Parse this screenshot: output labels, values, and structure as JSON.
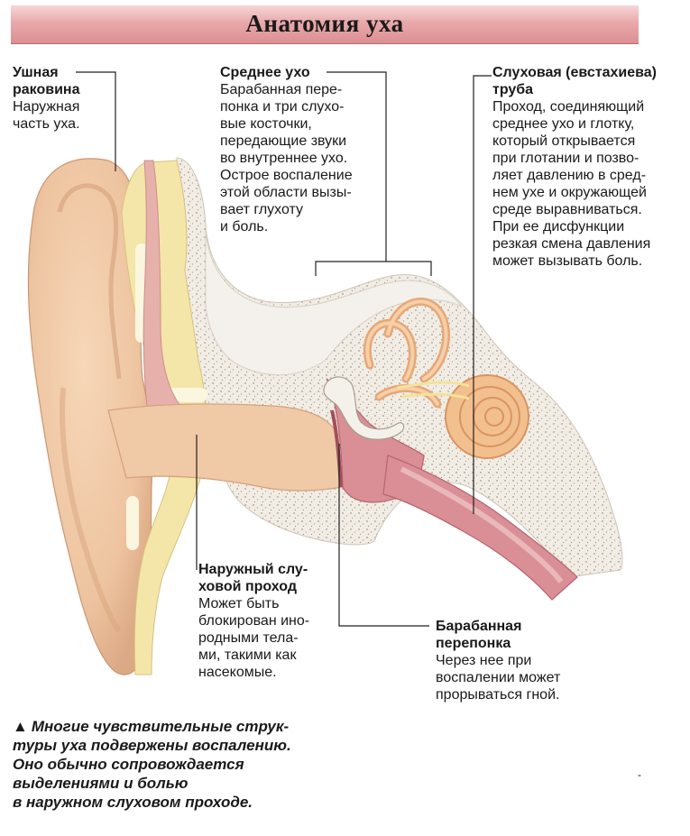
{
  "title": "Анатомия уха",
  "labels": {
    "auricle": {
      "heading": [
        "Ушная",
        "раковина"
      ],
      "body": [
        "Наружная",
        "часть уха."
      ]
    },
    "middle_ear": {
      "heading": [
        "Среднее ухо"
      ],
      "body": [
        "Барабанная пере-",
        "понка и три слухо-",
        "вые косточки,",
        "передающие звуки",
        "во внутреннее ухо.",
        "Острое воспаление",
        "этой области вызы-",
        "вает глухоту",
        "и боль."
      ]
    },
    "eustachian_tube": {
      "heading": [
        "Слуховая (евстахиева)",
        "труба"
      ],
      "body": [
        "Проход, соединяющий",
        "среднее ухо и глотку,",
        "который открывается",
        "при глотании и позво-",
        "ляет давлению в сред-",
        "нем ухе и окружающей",
        "среде выравниваться.",
        "При ее дисфункции",
        "резкая смена давления",
        "может вызывать боль."
      ]
    },
    "ear_canal": {
      "heading": [
        "Наружный слу-",
        "ховой проход"
      ],
      "body": [
        "Может быть",
        "блокирован ино-",
        "родными тела-",
        "ми, такими как",
        "насекомые."
      ]
    },
    "eardrum": {
      "heading": [
        "Барабанная",
        "перепонка"
      ],
      "body": [
        "Через нее при",
        "воспалении может",
        "прорываться гной."
      ]
    }
  },
  "caption": {
    "marker": "▲",
    "lines": [
      "Многие чувствительные струк-",
      "туры уха подвержены воспалению.",
      "Оно обычно сопровождается",
      "выделениями и болью",
      "в наружном слуховом проходе."
    ]
  },
  "page_mark": "-",
  "colors": {
    "title_band": "#e9a9ab",
    "skin": "#eec4a0",
    "skin_shadow": "#d9a47c",
    "cartilage": "#f3e6a8",
    "bone": "#f1ece4",
    "bone_dots": "#a89c8e",
    "tissue_pink": "#e6b1ab",
    "tissue_red": "#c9808a",
    "cochlea": "#f2bf8f",
    "ossicle": "#f4f1ea",
    "leader_line": "#222222"
  }
}
